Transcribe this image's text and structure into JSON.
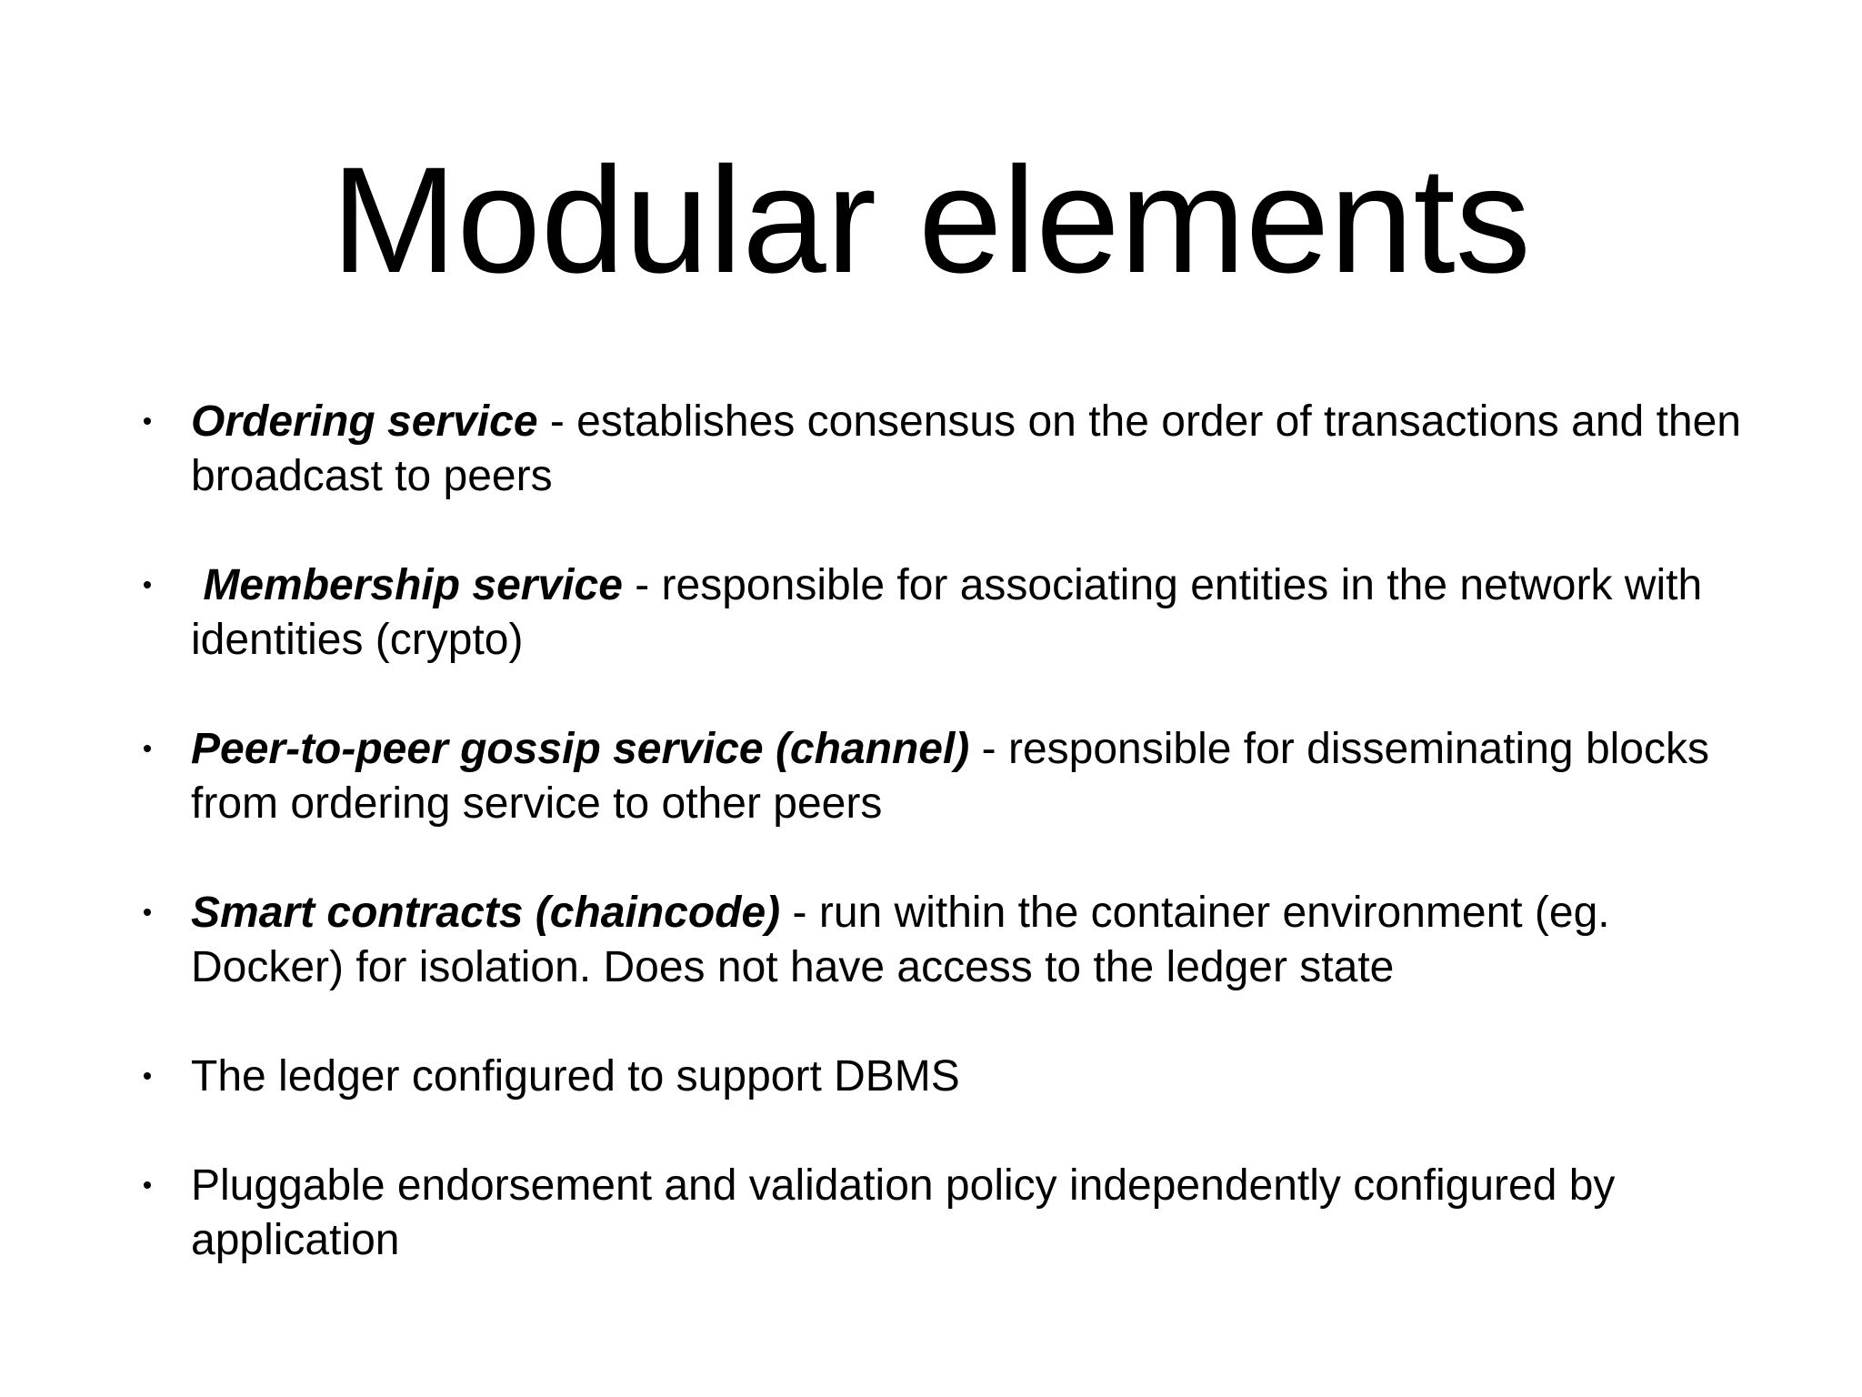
{
  "slide": {
    "title": "Modular elements",
    "bullets": [
      {
        "term": "Ordering service",
        "text": " - establishes consensus on the order of transactions and then broadcast to peers"
      },
      {
        "term": " Membership service",
        "text": " - responsible for associating entities in the network with identities (crypto)"
      },
      {
        "term": "Peer-to-peer gossip service (channel)",
        "text": " - responsible for disseminating blocks from ordering service to other peers"
      },
      {
        "term": "Smart contracts (chaincode)",
        "text": " - run within the container environment (eg. Docker) for isolation. Does not have access to the ledger state"
      },
      {
        "term": "",
        "text": "The ledger configured to support DBMS"
      },
      {
        "term": "",
        "text": "Pluggable endorsement and validation policy independently configured by application"
      }
    ]
  }
}
